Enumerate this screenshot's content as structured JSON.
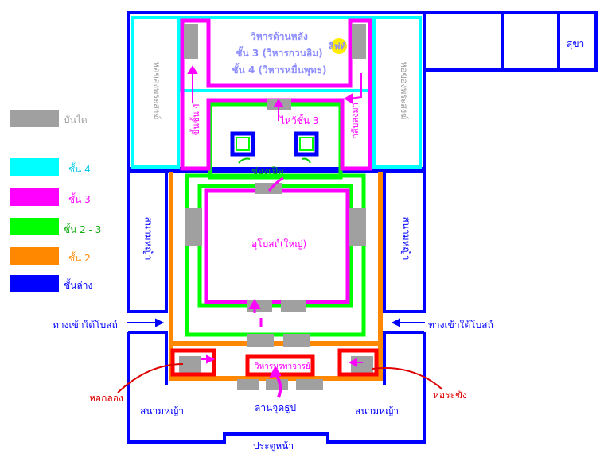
{
  "legend": [
    {
      "label": "บันได",
      "color": "#a0a0a0",
      "text_color": "#a0a0a0"
    },
    {
      "label": "ชั้น 4",
      "color": "#00ffff",
      "text_color": "#00c8e8"
    },
    {
      "label": "ชั้น 3",
      "color": "#ff00ff",
      "text_color": "#ff00ff"
    },
    {
      "label": "ชั้น 2 - 3",
      "color": "#00ff00",
      "text_color": "#11aa11"
    },
    {
      "label": "ชั้น 2",
      "color": "#ff8800",
      "text_color": "#ff8800"
    },
    {
      "label": "ชั้นล่าง",
      "color": "#0000ff",
      "text_color": "#0000ff"
    }
  ],
  "labels": {
    "rear_vihara_1": "วิหารด้านหลัง",
    "rear_vihara_2": "ชั้น 3 (วิหารกวนอิม)",
    "rear_vihara_3": "ชั้น 4 (วิหารหมื่นพุทธ)",
    "lift": "ลิฟท์",
    "toilet": "สุขา",
    "left_hall": "หอของพระสงฆ์",
    "right_hall": "หอของพระสงฆ์",
    "stairs_floor4": "ขึ้นชั้น 4",
    "return_down": "กลับลงมา",
    "pray_floor3": "ไหว้ชั้น 3",
    "openings": "ช่องเปิด",
    "ubosot": "อุโบสถ์(ใหญ่)",
    "left_lawn_vertical": "สนามหญ้า",
    "right_lawn_vertical": "สนามหญ้า",
    "left_entrance": "ทางเข้าใต้โบสถ์",
    "right_entrance": "ทางเข้าใต้โบสถ์",
    "vihara_bureau": "วิหารบูรพาจารย์",
    "drum_tower": "หอกลอง",
    "bell_tower": "หอระฆัง",
    "incense_court": "ลานจุดธูป",
    "lawn_left": "สนามหญ้า",
    "lawn_right": "สนามหญ้า",
    "main_gate": "ประตูหน้า"
  },
  "colors": {
    "ground": "#0000ff",
    "floor2": "#ff8800",
    "floor23": "#00ff00",
    "floor3": "#ff00ff",
    "floor4": "#00ffff",
    "stairs": "#a0a0a0",
    "annotation_red": "#dd0000",
    "lift_yellow": "#ffee00"
  }
}
